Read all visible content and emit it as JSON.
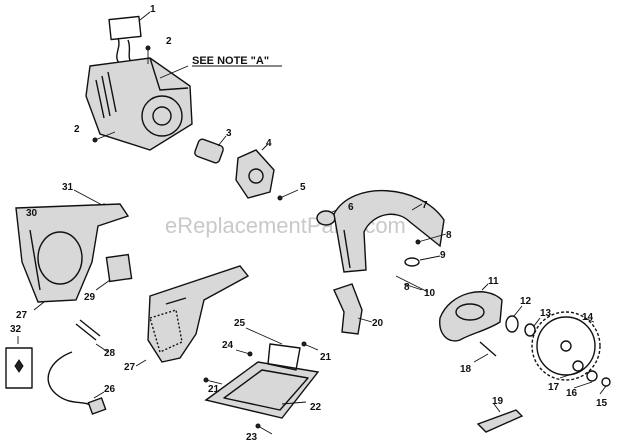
{
  "watermark": "eReplacementParts.com",
  "note": "SEE NOTE \"A\"",
  "callouts": [
    "1",
    "2",
    "2",
    "3",
    "4",
    "5",
    "6",
    "7",
    "8",
    "9",
    "10",
    "8",
    "11",
    "12",
    "13",
    "14",
    "15",
    "16",
    "17",
    "18",
    "19",
    "20",
    "21",
    "21",
    "22",
    "23",
    "24",
    "25",
    "26",
    "27",
    "27",
    "28",
    "29",
    "30",
    "31",
    "32"
  ]
}
